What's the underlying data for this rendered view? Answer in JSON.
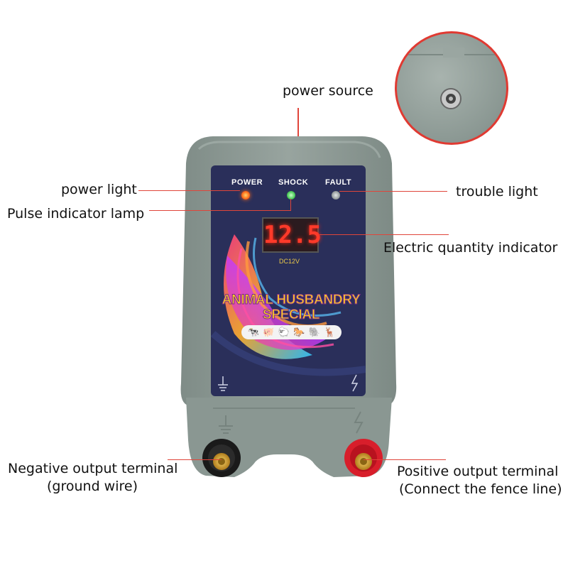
{
  "labels": {
    "power_source": "power source",
    "power_light": "power light",
    "pulse_lamp": "Pulse indicator lamp",
    "trouble_light": "trouble light",
    "electric_indicator": "Electric quantity indicator",
    "negative_terminal_line1": "Negative output terminal",
    "negative_terminal_line2": "(ground wire)",
    "positive_terminal_line1": "Positive output terminal",
    "positive_terminal_line2": "(Connect the fence line)"
  },
  "panel": {
    "power": "POWER",
    "shock": "SHOCK",
    "fault": "FAULT",
    "display_value": "12.5",
    "dc_label": "DC12V",
    "title_line1": "ANIMAL HUSBANDRY",
    "title_line2": "SPECIAL",
    "animal_icons": [
      "cow-icon",
      "pig-icon",
      "sheep-icon",
      "horse-icon",
      "elephant-icon",
      "deer-icon"
    ]
  },
  "colors": {
    "annotation_line": "#e0453a",
    "housing": "#8e9b96",
    "panel_bg": "#2a2f5a",
    "led_power": "#ff6a1a",
    "led_shock": "#4ccb5a",
    "led_fault": "#9aa0a0",
    "display_digits": "#ff3a2a",
    "title_text": "#ffd21f",
    "negative_terminal": "#1a1a1a",
    "positive_terminal": "#d81e2b"
  }
}
